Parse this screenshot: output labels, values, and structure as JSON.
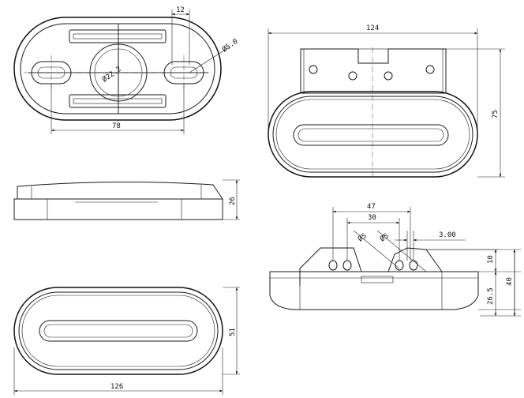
{
  "dimensions": {
    "top_view": {
      "width_12": "12",
      "hole_dia": "Ø5.0",
      "center_dia": "Ø22.2",
      "span_78": "78"
    },
    "front_view": {
      "width_124": "124",
      "height_75": "75"
    },
    "side_view": {
      "height_26": "26"
    },
    "bracket_view": {
      "span_47": "47",
      "span_30": "30",
      "hole_a": "Ø5",
      "hole_b": "Ø5",
      "offset_3": "3.00",
      "height_10": "10",
      "height_40": "40",
      "height_26_5": "26.5"
    },
    "bottom_view": {
      "width_126": "126",
      "height_51": "51"
    }
  }
}
